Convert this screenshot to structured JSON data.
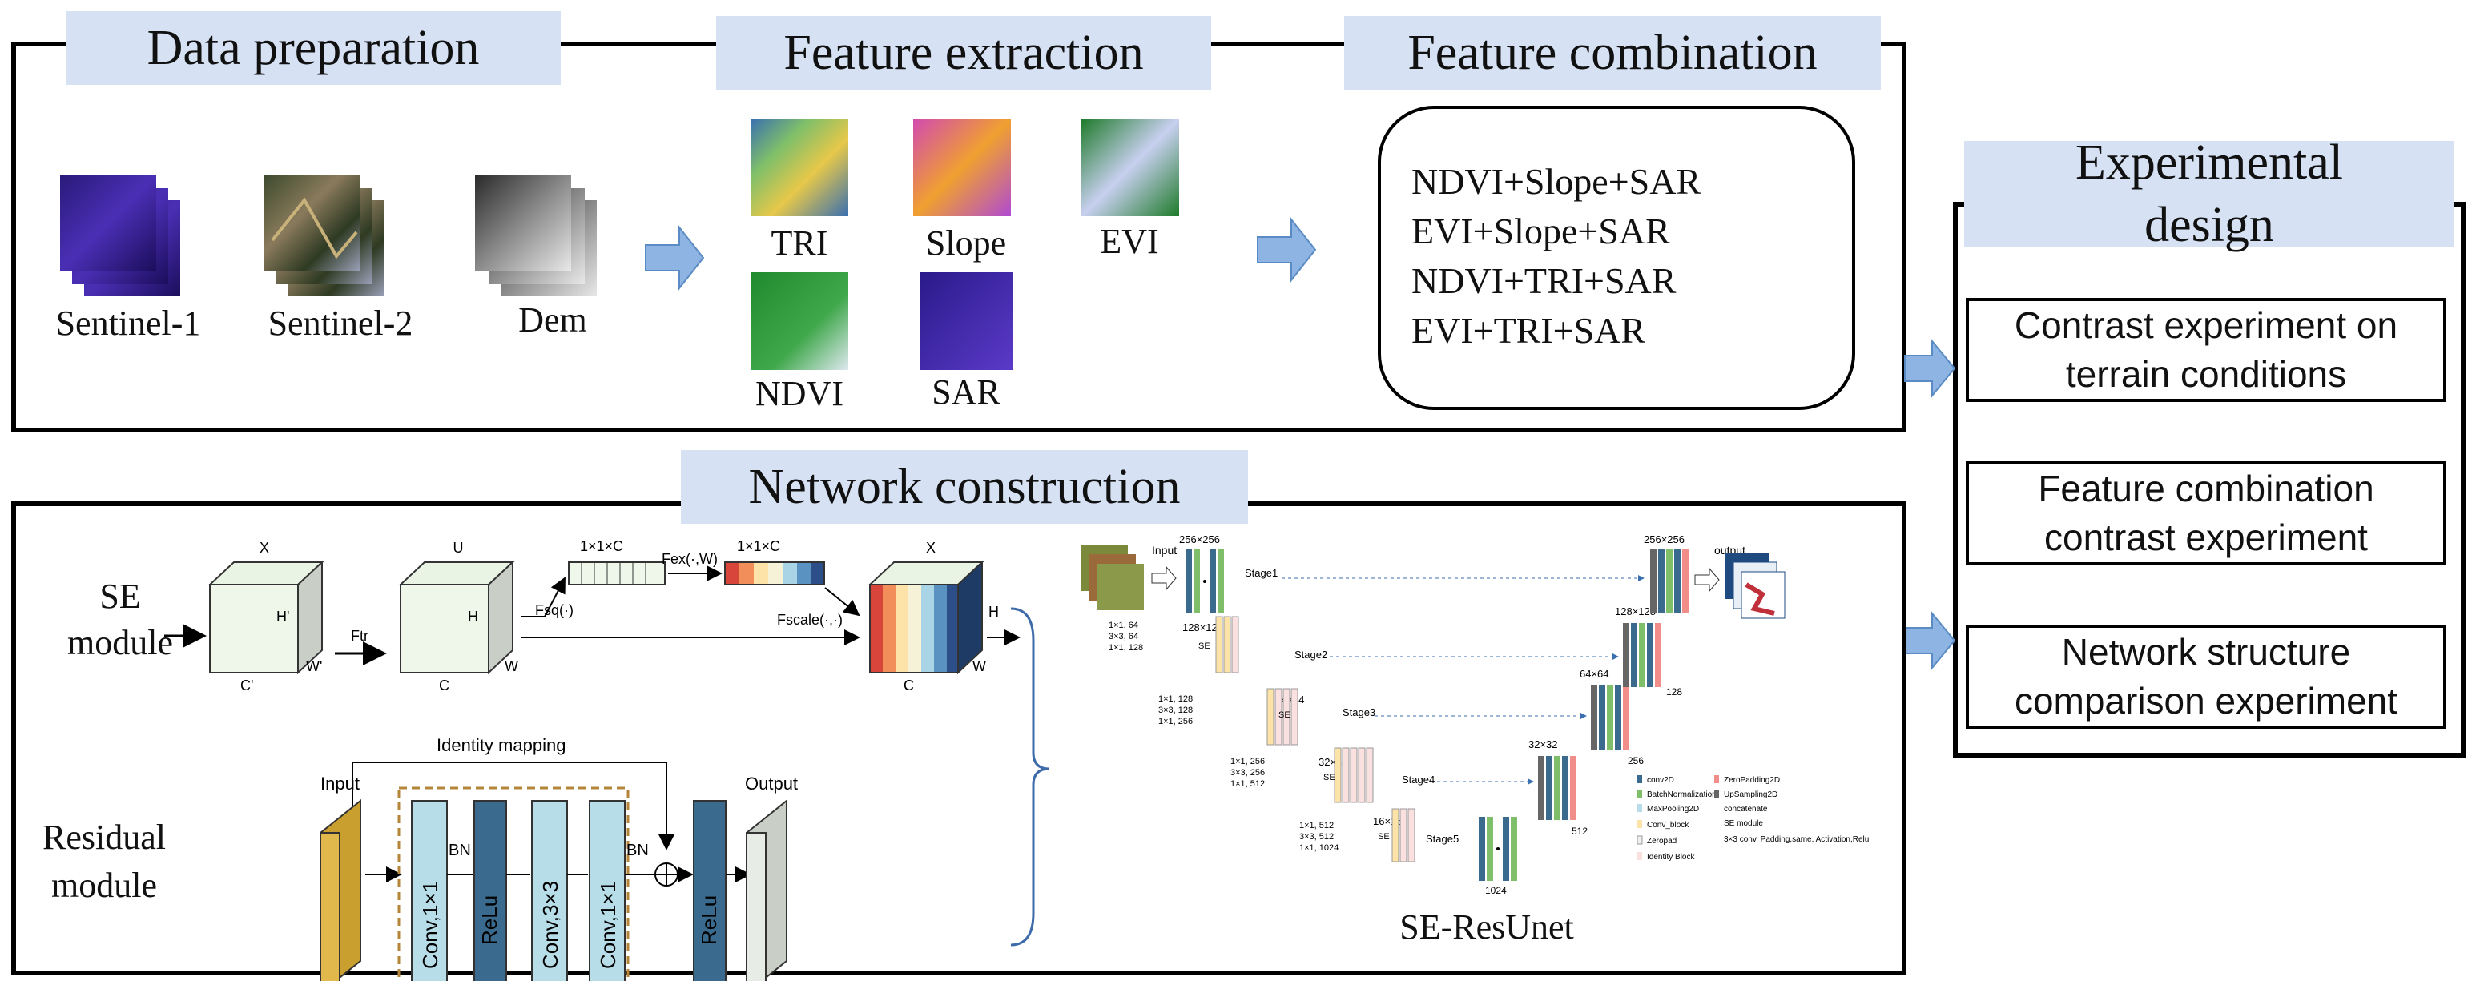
{
  "sections": {
    "data_preparation": {
      "title": "Data preparation",
      "items": [
        "Sentinel-1",
        "Sentinel-2",
        "Dem"
      ]
    },
    "feature_extraction": {
      "title": "Feature  extraction",
      "items": [
        "TRI",
        "Slope",
        "EVI",
        "NDVI",
        "SAR"
      ]
    },
    "feature_combination": {
      "title": "Feature combination",
      "items": [
        "NDVI+Slope+SAR",
        "EVI+Slope+SAR",
        "NDVI+TRI+SAR",
        "EVI+TRI+SAR"
      ]
    },
    "experimental_design": {
      "title_line1": "Experimental",
      "title_line2": "design",
      "experiments": [
        {
          "line1": "Contrast experiment on",
          "line2": "terrain conditions"
        },
        {
          "line1": "Feature combination",
          "line2": "contrast experiment"
        },
        {
          "line1": "Network structure",
          "line2": "comparison experiment"
        }
      ]
    },
    "network_construction": {
      "title": "Network construction",
      "network_name": "SE-ResUnet"
    }
  },
  "se_module": {
    "label_line1": "SE",
    "label_line2": "module",
    "x": "X",
    "h_prime": "H'",
    "w_prime": "W'",
    "c_prime": "C'",
    "ftr": "Ftr",
    "u": "U",
    "h": "H",
    "w": "W",
    "c": "C",
    "fsq": "Fsq(·)",
    "fex": "Fex(·,W)",
    "fscale": "Fscale(·,·)",
    "vec1": "1×1×C",
    "vec2": "1×1×C"
  },
  "residual_module": {
    "label_line1": "Residual",
    "label_line2": "module",
    "identity": "Identity mapping",
    "input": "Input",
    "output": "Output",
    "layers": [
      "Conv,1×1",
      "ReLu",
      "Conv,3×3",
      "Conv,1×1",
      "ReLu"
    ],
    "bn": "BN"
  },
  "se_resunet": {
    "input": "Input",
    "output": "output",
    "stages": [
      "Stage1",
      "Stage2",
      "Stage3",
      "Stage4",
      "Stage5"
    ],
    "sizes": [
      "256×256",
      "128×128",
      "64×64",
      "32×32",
      "16×16"
    ],
    "decoder_sizes": [
      "256×256",
      "128×128",
      "64×64",
      "32×32"
    ],
    "channels": [
      "128",
      "256",
      "512",
      "1024"
    ],
    "se": "SE",
    "blocks": [
      [
        "1×1, 64",
        "3×3, 64",
        "1×1, 128"
      ],
      [
        "1×1, 128",
        "3×3, 128",
        "1×1, 256"
      ],
      [
        "1×1, 256",
        "3×3, 256",
        "1×1, 512"
      ],
      [
        "1×1, 512",
        "3×3, 512",
        "1×1, 1024"
      ]
    ],
    "legend": [
      "conv2D",
      "BatchNormalization",
      "MaxPooling2D",
      "Conv_block",
      "Zeropad",
      "Identity Block",
      "ZeroPadding2D",
      "UpSampling2D",
      "concatenate",
      "SE module",
      "3×3 conv, Padding,same, Activation,Relu"
    ]
  },
  "colors": {
    "header_bg": "#d6e2f3",
    "arrow_blue": "#8db4e2",
    "conv_teal": "#b7dde8",
    "relu_blue": "#3a6b8f",
    "input_gold": "#e0b84c"
  }
}
